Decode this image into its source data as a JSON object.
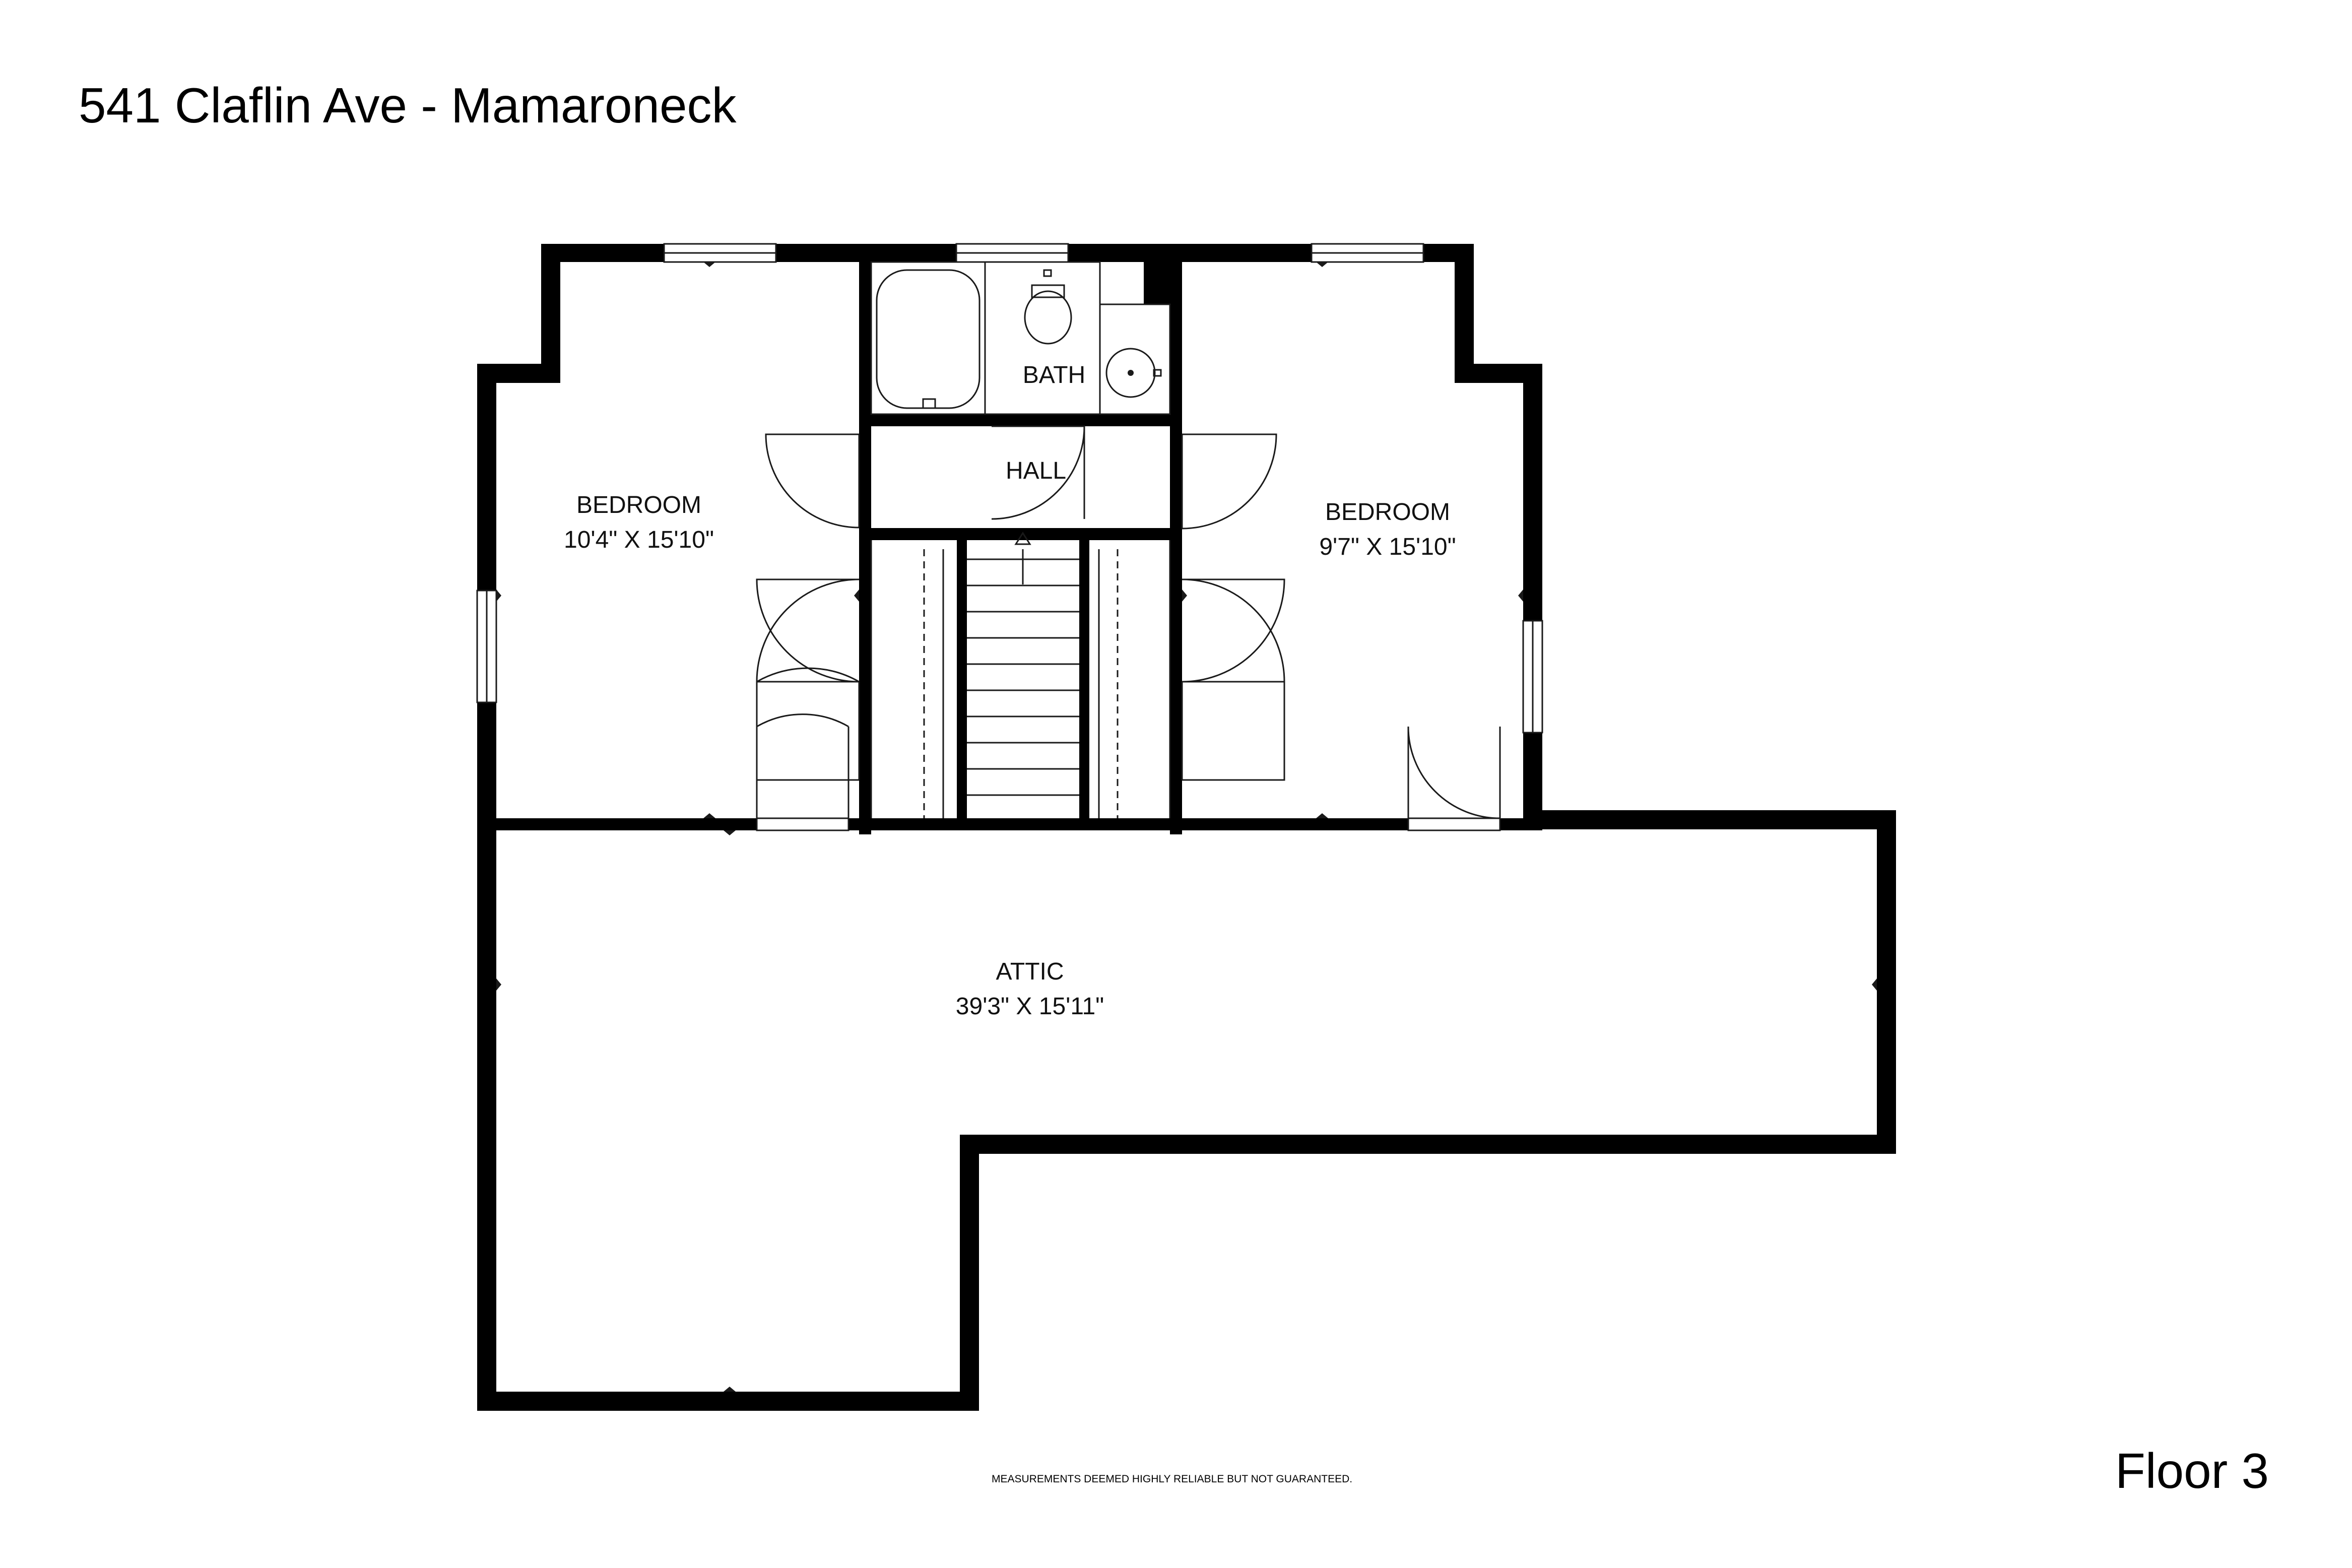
{
  "header": {
    "address": "541 Claflin Ave - Mamaroneck"
  },
  "footer": {
    "floor_label": "Floor 3",
    "disclaimer": "MEASUREMENTS DEEMED HIGHLY RELIABLE BUT NOT GUARANTEED."
  },
  "rooms": {
    "bedroom_left": {
      "name": "BEDROOM",
      "size": "10'4\" X 15'10\""
    },
    "bath": {
      "name": "BATH"
    },
    "hall": {
      "name": "HALL"
    },
    "bedroom_right": {
      "name": "BEDROOM",
      "size": "9'7\" X 15'10\""
    },
    "attic": {
      "name": "ATTIC",
      "size": "39'3\" X 15'11\""
    }
  },
  "colors": {
    "wall": "#000000",
    "background": "#ffffff",
    "text": "#000000"
  }
}
